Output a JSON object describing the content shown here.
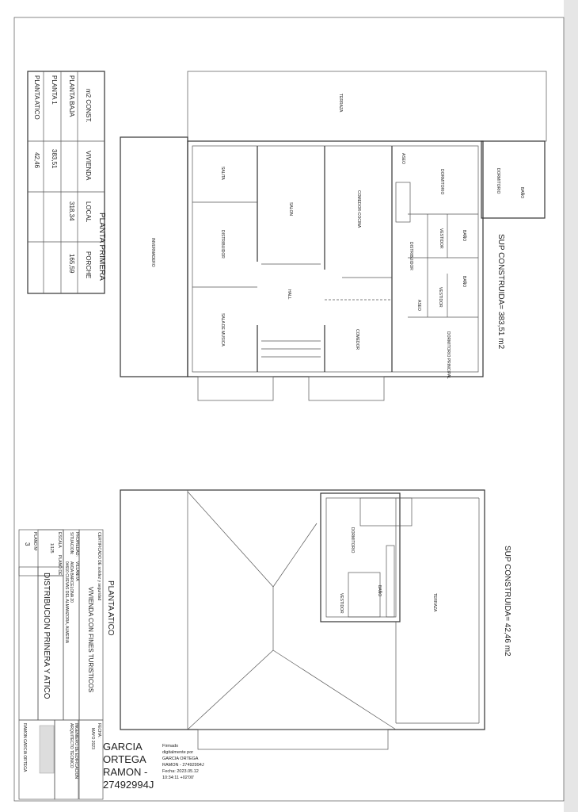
{
  "area_table": {
    "headers": [
      "m2 CONST.",
      "VIVIENDA",
      "LOCAL",
      "PORCHE"
    ],
    "rows": [
      [
        "PLANTA BAJA",
        "",
        "318,34",
        "165,59"
      ],
      [
        "PLANTA 1",
        "383,51",
        "",
        ""
      ],
      [
        "PLANTA ATICO",
        "42,46",
        "",
        ""
      ]
    ]
  },
  "plan_first": {
    "title": "PLANTA PRIMERA",
    "area": "SUP CONSTRUIDA= 383,51 m2",
    "rooms": [
      "TERRAZA",
      "INVERNADERO",
      "SALITA",
      "DISTRIBUIDOR",
      "SALA DE MUSICA",
      "SALON",
      "HALL",
      "COMEDOR-COCINA",
      "COMEDOR",
      "ASEO",
      "DORMITORIO",
      "VESTIDOR",
      "BAÑO",
      "DISTRIBUIDOR",
      "ASEO",
      "VESTIDOR",
      "BAÑO",
      "DORMITORIO PRINCIPAL",
      "DORMITORIO",
      "BAÑO"
    ]
  },
  "plan_attic": {
    "title": "PLANTA ATICO",
    "area": "SUP CONSTRUIDA= 42,46 m2",
    "rooms": [
      "DORMITORIO",
      "BAÑO",
      "VESTIDOR",
      "TERRAZA"
    ]
  },
  "title_block": {
    "certificate": "CERTIFICADO DE solidez y seguridad",
    "project": "VIVIENDA CON FINES TURISTICOS",
    "property_label": "PROPIEDAD:",
    "property": "VILLANITA",
    "location_label": "SITUACION:",
    "location_1": "AVDA BARCELONA 20",
    "location_2": "04610 CUEVAS DEL ALMANZORA, ALMERIA",
    "scale_label": "ESCALA",
    "scale": "1/125",
    "plan_label": "PLANO DE",
    "plan_name": "DISTRIBUCION PRINERA Y ATICO",
    "plan_no_label": "PLANO Nº",
    "plan_no": "3",
    "date_label": "FECHA :",
    "date": "MAYO 2023",
    "engineer_title_1": "INGENIERO DE EDIFICACION",
    "engineer_title_2": "ARQUITECTO TECNICO",
    "engineer_name": "RAMON GARCIA ORTEGA"
  },
  "signature": {
    "name_lines": [
      "GARCIA",
      "ORTEGA",
      "RAMON -",
      "27492994J"
    ],
    "detail_lines": [
      "Firmado",
      "digitalmente por",
      "GARCIA ORTEGA",
      "RAMON - 27492994J",
      "Fecha: 2023.05.12",
      "10:34:11 +02'00'"
    ]
  }
}
